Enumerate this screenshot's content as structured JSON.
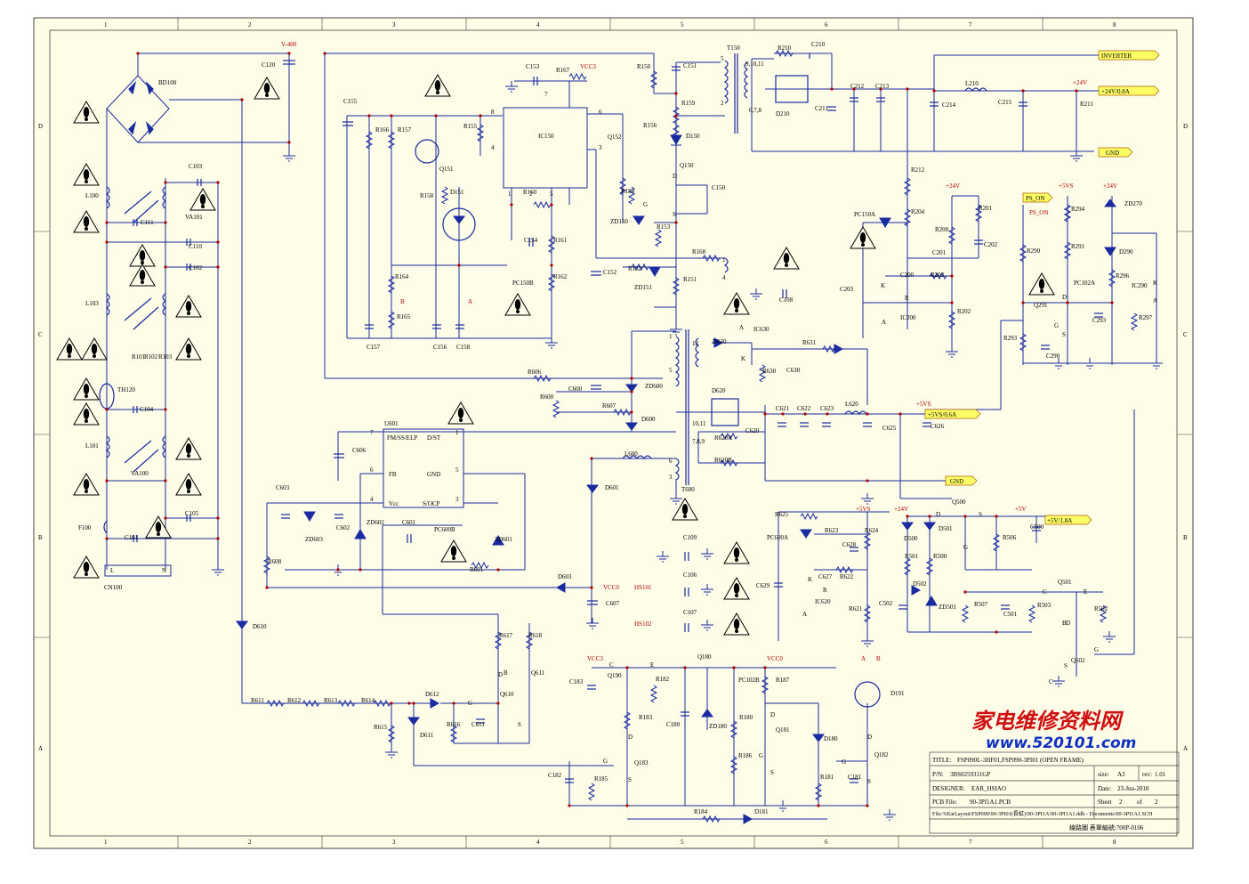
{
  "colors": {
    "sheet_background": "#fdfde8",
    "border": "#444444",
    "wire": "#1a2aa0",
    "component": "#1a2aa0",
    "label": "#000000",
    "net_label_red": "#b00000",
    "net_flag_fill": "#ffff66",
    "watermark_red": "#d01010",
    "watermark_blue": "#1030c0"
  },
  "grid": {
    "columns": [
      "1",
      "2",
      "3",
      "4",
      "5",
      "6",
      "7",
      "8"
    ],
    "rows": [
      "D",
      "C",
      "B",
      "A"
    ]
  },
  "net_flags": {
    "inverter": "INVERTER",
    "v24_08a": "+24V/0.8A",
    "gnd_top": "GND",
    "v5vs_06a": "+5VS/0.6A",
    "gnd_mid": "GND",
    "v5_18a": "+5V/1.8A",
    "ps_on": "PS_ON"
  },
  "net_labels": {
    "v400": "V-400",
    "vcc3_top": "VCC3",
    "v24_top": "+24V",
    "v24_mid": "+24V",
    "v5vs_mid": "+5VS",
    "v5s_right": "+5VS",
    "v24_dd": "+24V",
    "v5_right": "+5V",
    "v5_ps": "+5VS",
    "v24_ps": "+24V",
    "ps_on_in": "PS_ON",
    "vcc0_mid": "VCC0",
    "vcc3_bottom": "VCC3",
    "vcc0_bottom": "VCC0",
    "hs101": "HS101",
    "hs102": "HS102",
    "node_a": "A",
    "node_b": "B",
    "d191_a": "A",
    "d191_b": "B"
  },
  "components": {
    "input": [
      "BD100",
      "C120",
      "L100",
      "C103",
      "VA101",
      "C111",
      "C110",
      "C102",
      "L103",
      "R101",
      "R102",
      "R103",
      "TH120",
      "C104",
      "L101",
      "VA100",
      "C105",
      "C101",
      "F100",
      "CN100",
      "L",
      "N"
    ],
    "pfc": [
      "C155",
      "R166",
      "R157",
      "Q151",
      "C153",
      "R167",
      "IC150",
      "R155",
      "R158",
      "D151",
      "R160",
      "C154",
      "R161",
      "R164",
      "R162",
      "R165",
      "C157",
      "C156",
      "C158",
      "PC150B"
    ],
    "primary": [
      "R150",
      "C151",
      "T150",
      "R159",
      "Q152",
      "R156",
      "D150",
      "Q150",
      "C150",
      "R154",
      "ZD150",
      "R153",
      "C152",
      "R152",
      "ZD151",
      "R151",
      "R168"
    ],
    "secondary_24v": [
      "R210",
      "C210",
      "D210",
      "C211",
      "C212",
      "C213",
      "L210",
      "C214",
      "C215",
      "R211",
      "R212",
      "PC150A",
      "R204",
      "R201",
      "R200",
      "C202",
      "C201",
      "C200",
      "R203",
      "C203",
      "IC200",
      "R202",
      "C108"
    ],
    "standby": [
      "D630",
      "IC630",
      "R630",
      "C630",
      "R631",
      "D630",
      "R606",
      "R600",
      "C600",
      "R607",
      "ZD600",
      "D600",
      "D620",
      "C621",
      "C622",
      "C623",
      "L620",
      "C625",
      "C626",
      "R620A",
      "C620",
      "R620B",
      "T600",
      "L600",
      "U601",
      "C606",
      "C603",
      "ZD603",
      "C602",
      "ZD602",
      "C601",
      "PC600B",
      "ZD601",
      "R608",
      "R601",
      "D603",
      "C607",
      "D601",
      "C109",
      "C106",
      "C107"
    ],
    "ps_on": [
      "R290",
      "R294",
      "ZD270",
      "R291",
      "D290",
      "PC102A",
      "R296",
      "IC290",
      "Q291",
      "C293",
      "R297",
      "R293",
      "C290"
    ],
    "output_5v": [
      "R625",
      "PC600A",
      "R623",
      "C628",
      "R624",
      "C627",
      "R622",
      "C629",
      "IC620",
      "R621",
      "D500",
      "D501",
      "Q500",
      "R506",
      "C500",
      "R501",
      "R500",
      "D502",
      "ZD501",
      "C502",
      "R507",
      "C501",
      "Q501",
      "R503",
      "R502",
      "Q502"
    ],
    "protection": [
      "D610",
      "R611",
      "R612",
      "R613",
      "R614",
      "R615",
      "D612",
      "D611",
      "R616",
      "C611",
      "Q610",
      "R617",
      "R618",
      "Q611",
      "Q190",
      "R182",
      "Q180",
      "PC102B",
      "R187",
      "R183",
      "C183",
      "C180",
      "ZD180",
      "R180",
      "Q181",
      "D180",
      "R186",
      "Q183",
      "C182",
      "R185",
      "R184",
      "D181",
      "R181",
      "C181",
      "Q182",
      "D191"
    ]
  },
  "pins": {
    "ic150": [
      "8",
      "4",
      "6",
      "3",
      "1",
      "2",
      "5",
      "7"
    ],
    "u601": {
      "name": "U601",
      "fm_ss_elp": "FM/SS/ELP",
      "d_st": "D/ST",
      "fb": "FB",
      "gnd": "GND",
      "vcc": "Vcc",
      "s_ocp": "S/OCP",
      "pin_numbers": [
        "7",
        "1",
        "6",
        "5",
        "4",
        "3"
      ]
    },
    "t150": [
      "5",
      "9,10,11",
      "2",
      "6,7,8",
      "1",
      "4"
    ],
    "t600": [
      "1",
      "12",
      "5",
      "10,11",
      "7,8,9",
      "6",
      "3"
    ],
    "transistor_letters": [
      "C",
      "E",
      "B",
      "G",
      "D",
      "S",
      "K",
      "A",
      "R"
    ]
  },
  "watermark": {
    "chinese": "家电维修资料网",
    "url": "www.520101.com"
  },
  "title_block": {
    "title_label": "TITLE:",
    "title_value": "FSP090L-3HF01,FSP090-3PI01 (OPEN FRAME)",
    "pn_label": "P/N:",
    "pn_value": "3BS0259311GP",
    "size_label": "size:",
    "size_value": "A3",
    "rev_label": "rev:",
    "rev_value": "1.01",
    "designer_label": "DESIGNER:",
    "designer_value": "EAR_HSIAO",
    "date_label": "Date:",
    "date_value": "23-Jun-2010",
    "pcb_label": "PCB File:",
    "pcb_value": "90-3PI1A1.PCB",
    "sheet_label": "Sheet",
    "sheet_value": "2",
    "sheet_of": "of",
    "sheet_total": "2",
    "file_path": "File:%EarLayout\\FSP090\\90-3PI01(長虹)\\90-3PI1A\\90-3PI1A1.ddb - Documents\\90-3PI1A1.SCH",
    "form_number": "線路圖 表單編號:700P-0106"
  }
}
